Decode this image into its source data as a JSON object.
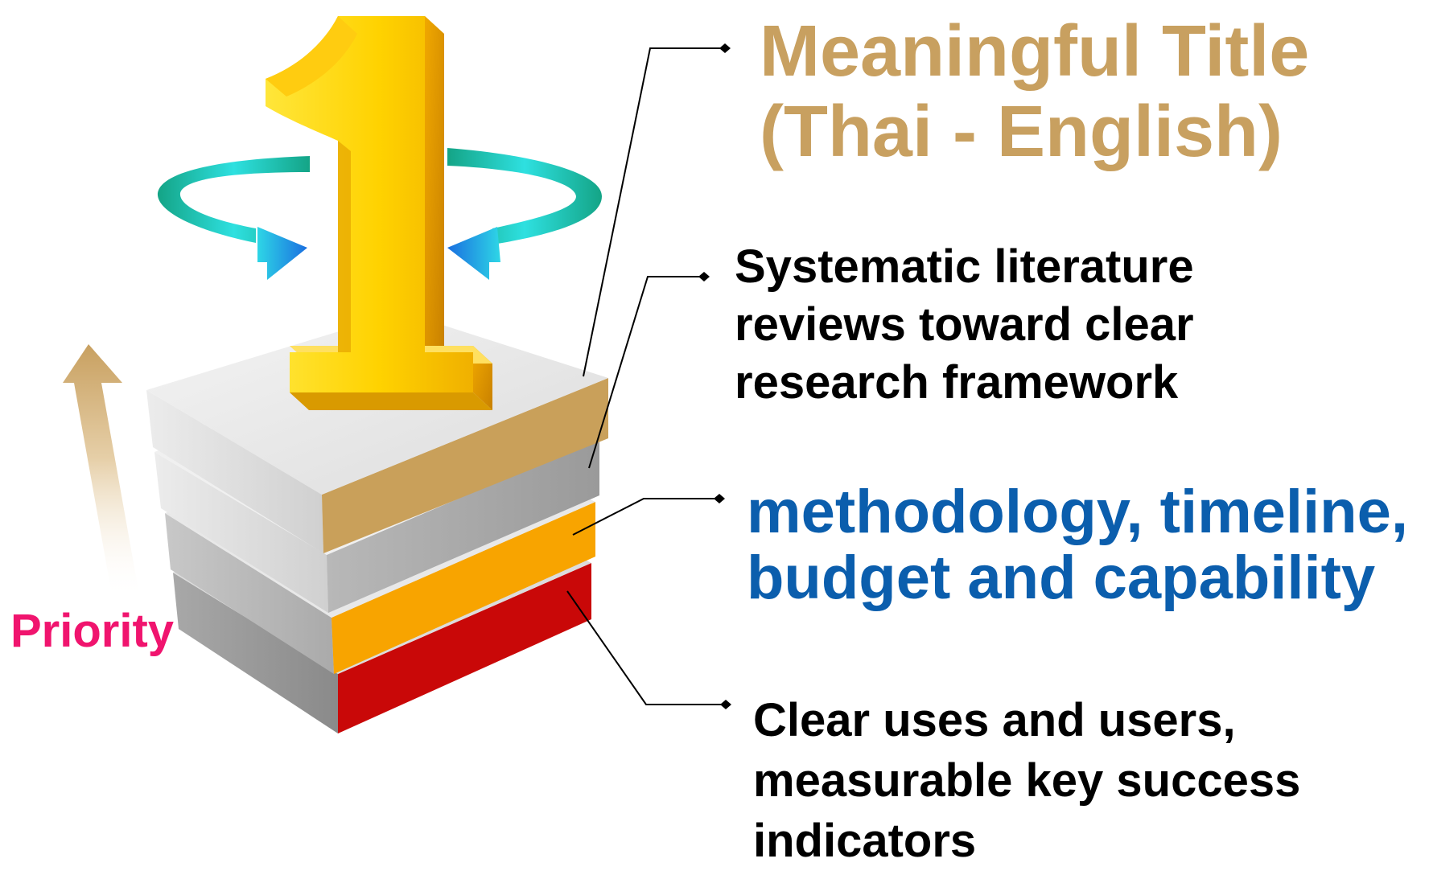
{
  "colors": {
    "title": "#c8a060",
    "methodology": "#0b5ead",
    "priority": "#f0146e",
    "layer_gold": "#c9a05a",
    "layer_orange": "#f8a400",
    "layer_red": "#c90808",
    "number_gold": "#f5c400",
    "ring_teal": "#1aa88f",
    "arrow_blue": "#1f7fe0"
  },
  "icons": [
    "number-one-icon",
    "rotate-arrows-icon",
    "priority-up-arrow-icon"
  ],
  "title": {
    "line1": "Meaningful Title",
    "line2": "(Thai -  English)"
  },
  "review": {
    "line1": "Systematic literature",
    "line2": "reviews toward clear",
    "line3": "research framework"
  },
  "methodology": {
    "line1": "methodology, timeline,",
    "line2": "budget and capability"
  },
  "uses": {
    "line1": "Clear uses and users,",
    "line2": "measurable key success",
    "line3": "indicators"
  },
  "priority": {
    "label": "Priority"
  }
}
